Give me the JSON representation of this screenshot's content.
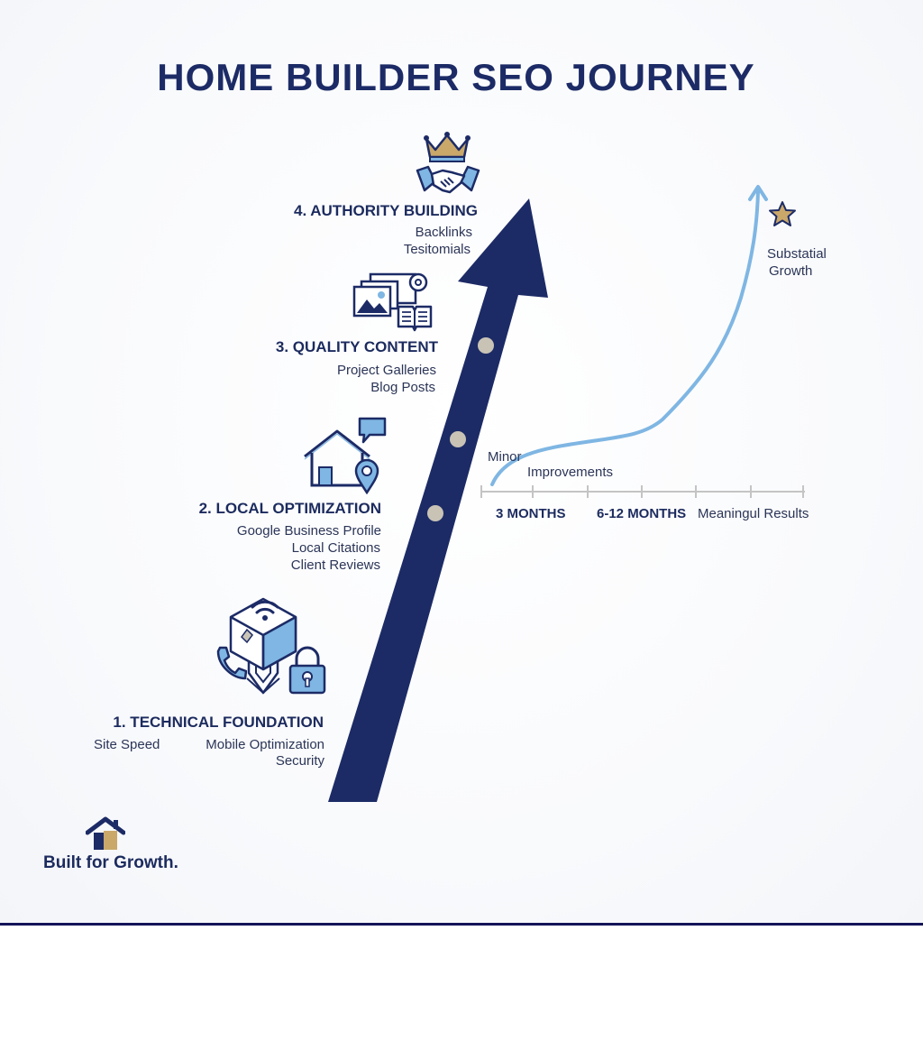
{
  "title": "HOME BUILDER SEO JOURNEY",
  "stages": {
    "authority": {
      "title": "4. AUTHORITY BUILDING",
      "items": [
        "Backlinks",
        "Tesitomials"
      ]
    },
    "content": {
      "title": "3. QUALITY CONTENT",
      "items": [
        "Project Galleries",
        "Blog Posts"
      ]
    },
    "local": {
      "title": "2. LOCAL OPTIMIZATION",
      "items": [
        "Google Business Profile",
        "Local Citations",
        "Client Reviews"
      ]
    },
    "technical": {
      "title": "1. TECHNICAL FOUNDATION",
      "items": [
        "Site Speed",
        "Mobile Optimization",
        "Security"
      ]
    }
  },
  "timeline": {
    "ticks": [
      "3 MONTHS",
      "6-12 MONTHS",
      "Meaningul Results"
    ],
    "annotations": {
      "minor": "Minor",
      "improvements": "Improvements",
      "growth_line1": "Substatial",
      "growth_line2": "Growth"
    }
  },
  "footer": {
    "tagline": "Built for Growth."
  },
  "colors": {
    "navy": "#1c2b66",
    "light_blue": "#7fb6e3",
    "gold": "#c9a86a",
    "milestone": "#c9c3b6"
  },
  "icons": [
    "crown-icon",
    "handshake-icon",
    "image-gallery-icon",
    "book-icon",
    "house-icon",
    "chat-bubble-icon",
    "map-pin-icon",
    "cube-server-icon",
    "wifi-icon",
    "phone-icon",
    "lock-icon",
    "star-icon",
    "home-logo-icon"
  ]
}
